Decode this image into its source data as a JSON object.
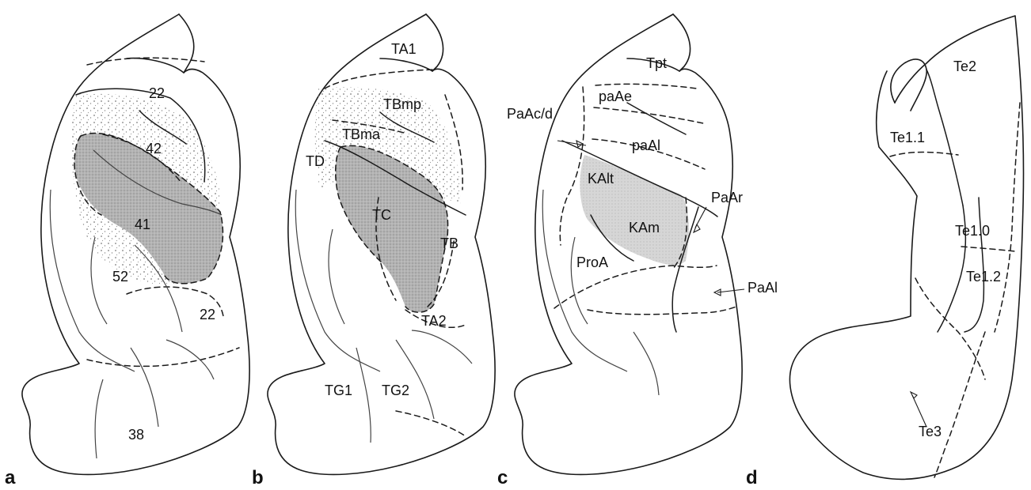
{
  "panels": [
    {
      "letter": "a",
      "labels": [
        "22",
        "42",
        "41",
        "52",
        "22",
        "38"
      ]
    },
    {
      "letter": "b",
      "labels": [
        "TA1",
        "TBmp",
        "TBma",
        "TD",
        "TC",
        "TB",
        "TA2",
        "TG1",
        "TG2"
      ]
    },
    {
      "letter": "c",
      "labels": [
        "Tpt",
        "paAe",
        "PaAc/d",
        "paAl",
        "KAlt",
        "PaAr",
        "KAm",
        "ProA",
        "PaAl"
      ]
    },
    {
      "letter": "d",
      "labels": [
        "Te2",
        "Te1.1",
        "Te1.0",
        "Te1.2",
        "Te3"
      ]
    }
  ],
  "colors": {
    "line": "#1a1a1a",
    "core_shading": "#a8a8a8",
    "belt_stipple": "#9a9a9a"
  }
}
